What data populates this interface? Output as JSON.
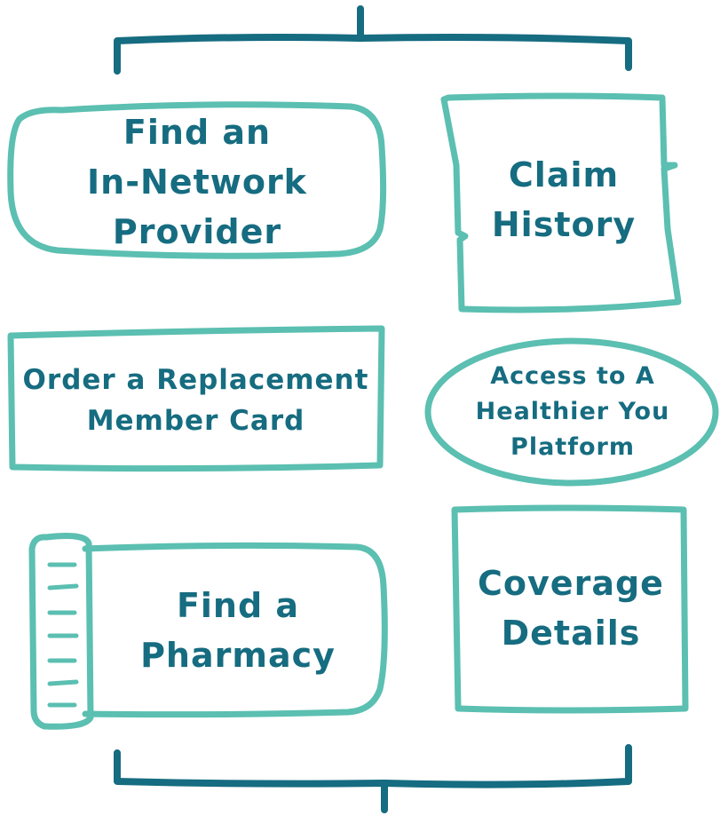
{
  "colors": {
    "box_stroke": "#5bbfb1",
    "bracket_stroke": "#166c80",
    "text": "#166c80",
    "background": "#ffffff"
  },
  "items": [
    {
      "id": "provider",
      "shape": "rounded-rectangle",
      "lines": [
        "Find an",
        "In-Network Provider"
      ]
    },
    {
      "id": "claims",
      "shape": "scroll-banner",
      "lines": [
        "Claim",
        "History"
      ]
    },
    {
      "id": "card",
      "shape": "rectangle",
      "lines": [
        "Order a Replacement",
        "Member Card"
      ]
    },
    {
      "id": "healthier",
      "shape": "ellipse",
      "lines": [
        "Access to A",
        "Healthier You",
        "Platform"
      ]
    },
    {
      "id": "pharmacy",
      "shape": "pill-bottle",
      "lines": [
        "Find a",
        "Pharmacy"
      ]
    },
    {
      "id": "coverage",
      "shape": "rectangle",
      "lines": [
        "Coverage",
        "Details"
      ]
    }
  ]
}
